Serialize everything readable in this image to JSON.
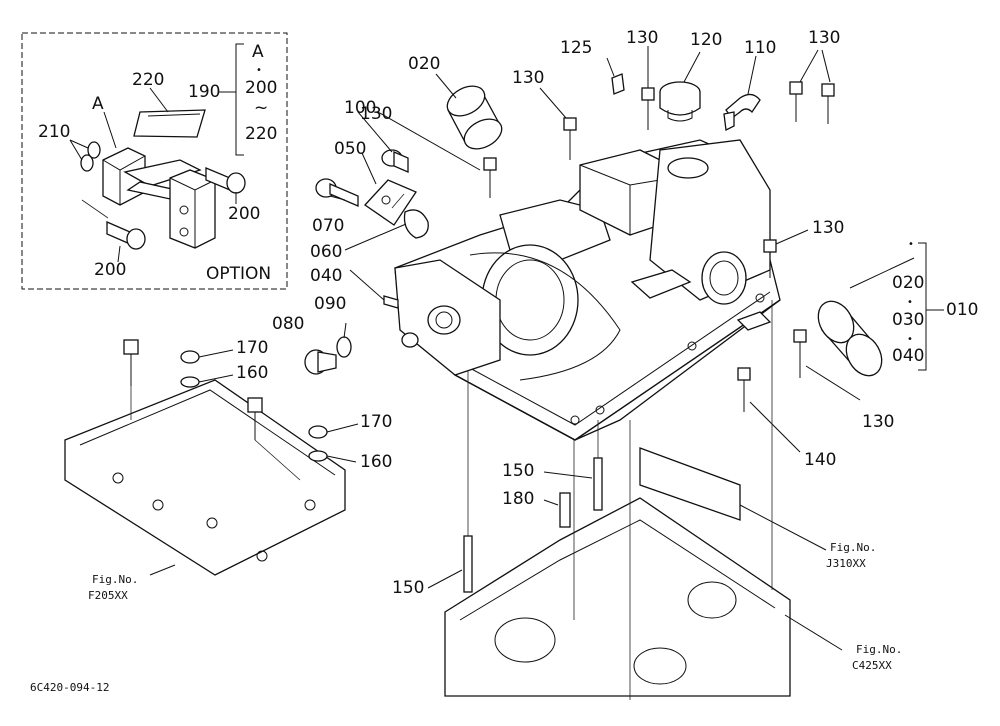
{
  "diagram": {
    "option_box": {
      "assembly_letter": "A",
      "bracket_top": "A",
      "bracket_mid": "200",
      "bracket_tilde": "~",
      "bracket_bottom": "220",
      "ref_190": "190",
      "ref_210": "210",
      "ref_220": "220",
      "ref_200a": "200",
      "ref_200b": "200",
      "option_label": "OPTION"
    },
    "part_labels": {
      "p020": "020",
      "p130a": "130",
      "p100": "100",
      "p050": "050",
      "p070": "070",
      "p060": "060",
      "p040": "040",
      "p090": "090",
      "p080": "080",
      "p130b": "130",
      "p125": "125",
      "p130c": "130",
      "p120": "120",
      "p110": "110",
      "p130d": "130",
      "p130e": "130",
      "p130f": "130",
      "p140": "140",
      "p170a": "170",
      "p160a": "160",
      "p170b": "170",
      "p160b": "160",
      "p150a": "150",
      "p180": "180",
      "p150b": "150"
    },
    "kit_group": {
      "ref_020": "020",
      "ref_030": "030",
      "ref_040": "040",
      "ref_010": "010"
    },
    "fig_refs": {
      "fig_no_1": "Fig.No.",
      "f205": "F205XX",
      "fig_no_2": "Fig.No.",
      "j310": "J310XX",
      "fig_no_3": "Fig.No.",
      "c425": "C425XX"
    },
    "drawing_code": "6C420-094-12"
  }
}
